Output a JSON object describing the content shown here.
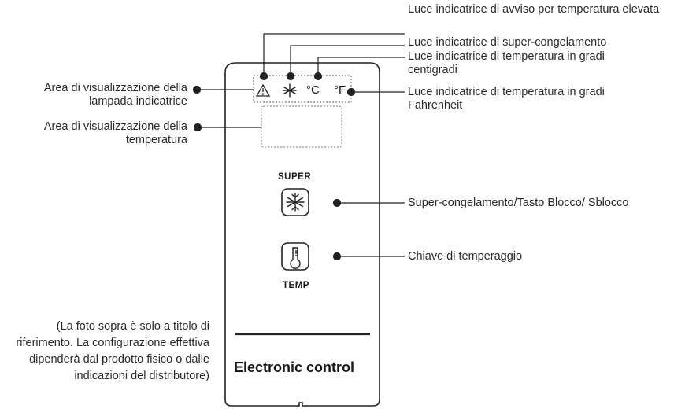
{
  "callouts": {
    "indicator_area": "Area di visualizzazione della lampada indicatrice",
    "temperature_area": "Area di visualizzazione della temperatura",
    "high_temp_warning": "Luce indicatrice di avviso per temperatura elevata",
    "super_freeze_light": "Luce indicatrice di super-congelamento",
    "celsius_light": "Luce indicatrice di temperatura in gradi centigradi",
    "fahrenheit_light": "Luce indicatrice di temperatura in gradi Fahrenheit",
    "super_button": "Super-congelamento/Tasto Blocco/ Sblocco",
    "temp_button": "Chiave di temperaggio"
  },
  "panel": {
    "super_label": "SUPER",
    "temp_label": "TEMP",
    "title": "Electronic control",
    "indicators": {
      "warning": "⚠",
      "celsius": "°C",
      "fahrenheit": "°F"
    }
  },
  "note": "(La foto sopra è solo a titolo di riferimento. La configurazione effettiva dipenderà dal prodotto fisico o dalle indicazioni del distributore)",
  "icons": {
    "warning": "warning-triangle-icon",
    "snowflake": "snowflake-icon",
    "thermometer": "thermometer-icon"
  }
}
